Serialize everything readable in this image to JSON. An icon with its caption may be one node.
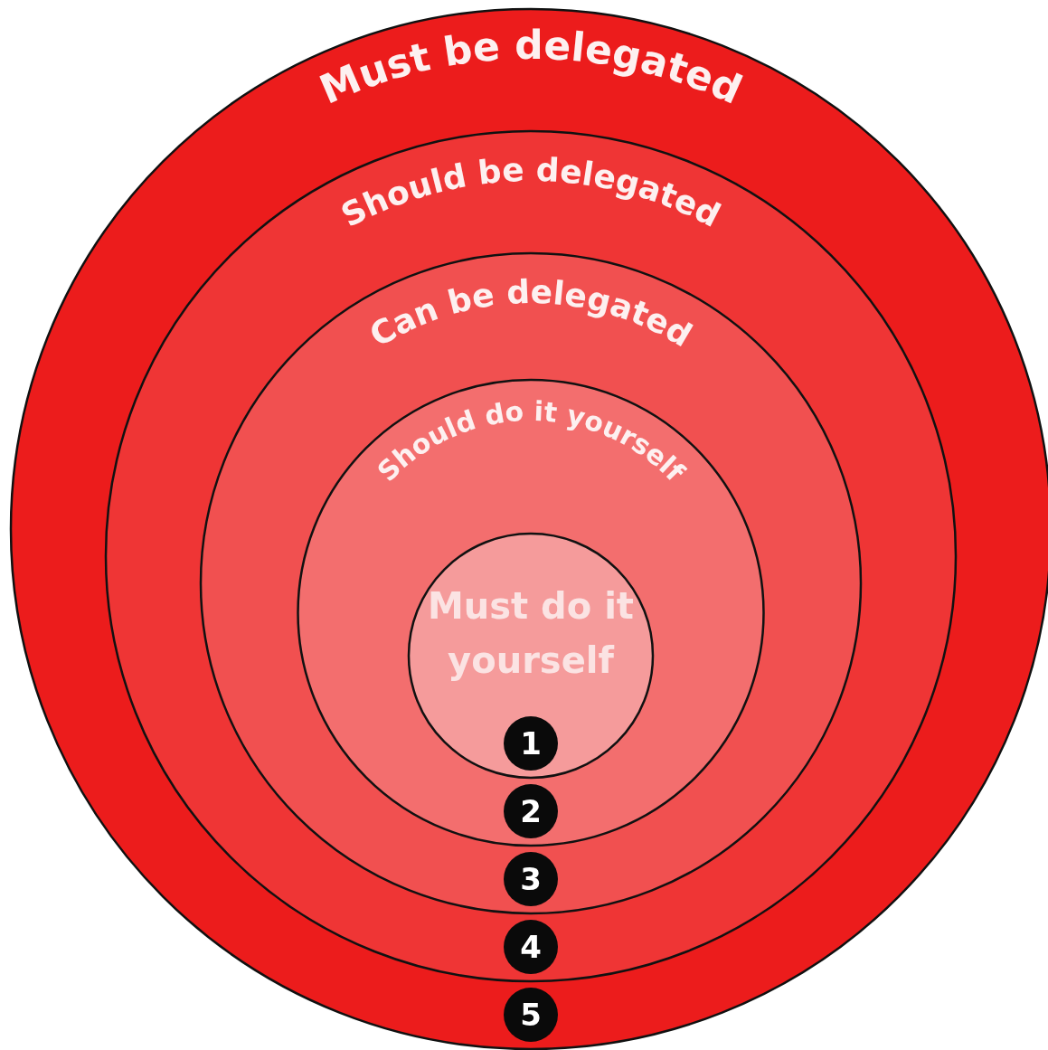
{
  "diagram": {
    "nodes": [
      {
        "text": [
          "Must be delegated"
        ]
      },
      {
        "text": [
          "Should be delegated"
        ],
        "in": 0
      },
      {
        "text": [
          "Can be delegated"
        ],
        "in": 1
      },
      {
        "text": [
          "Should do it yourself"
        ],
        "in": 2
      },
      {
        "text": [
          "Must do it yourself"
        ],
        "in": 3
      },
      {
        "text": [
          "1"
        ],
        "in": 4
      },
      {
        "text": [
          "2"
        ],
        "in": 3
      },
      {
        "text": [
          "3"
        ],
        "in": 2
      },
      {
        "text": [
          "4"
        ],
        "in": 1
      },
      {
        "text": [
          "5"
        ],
        "in": 0
      }
    ],
    "edges": []
  }
}
